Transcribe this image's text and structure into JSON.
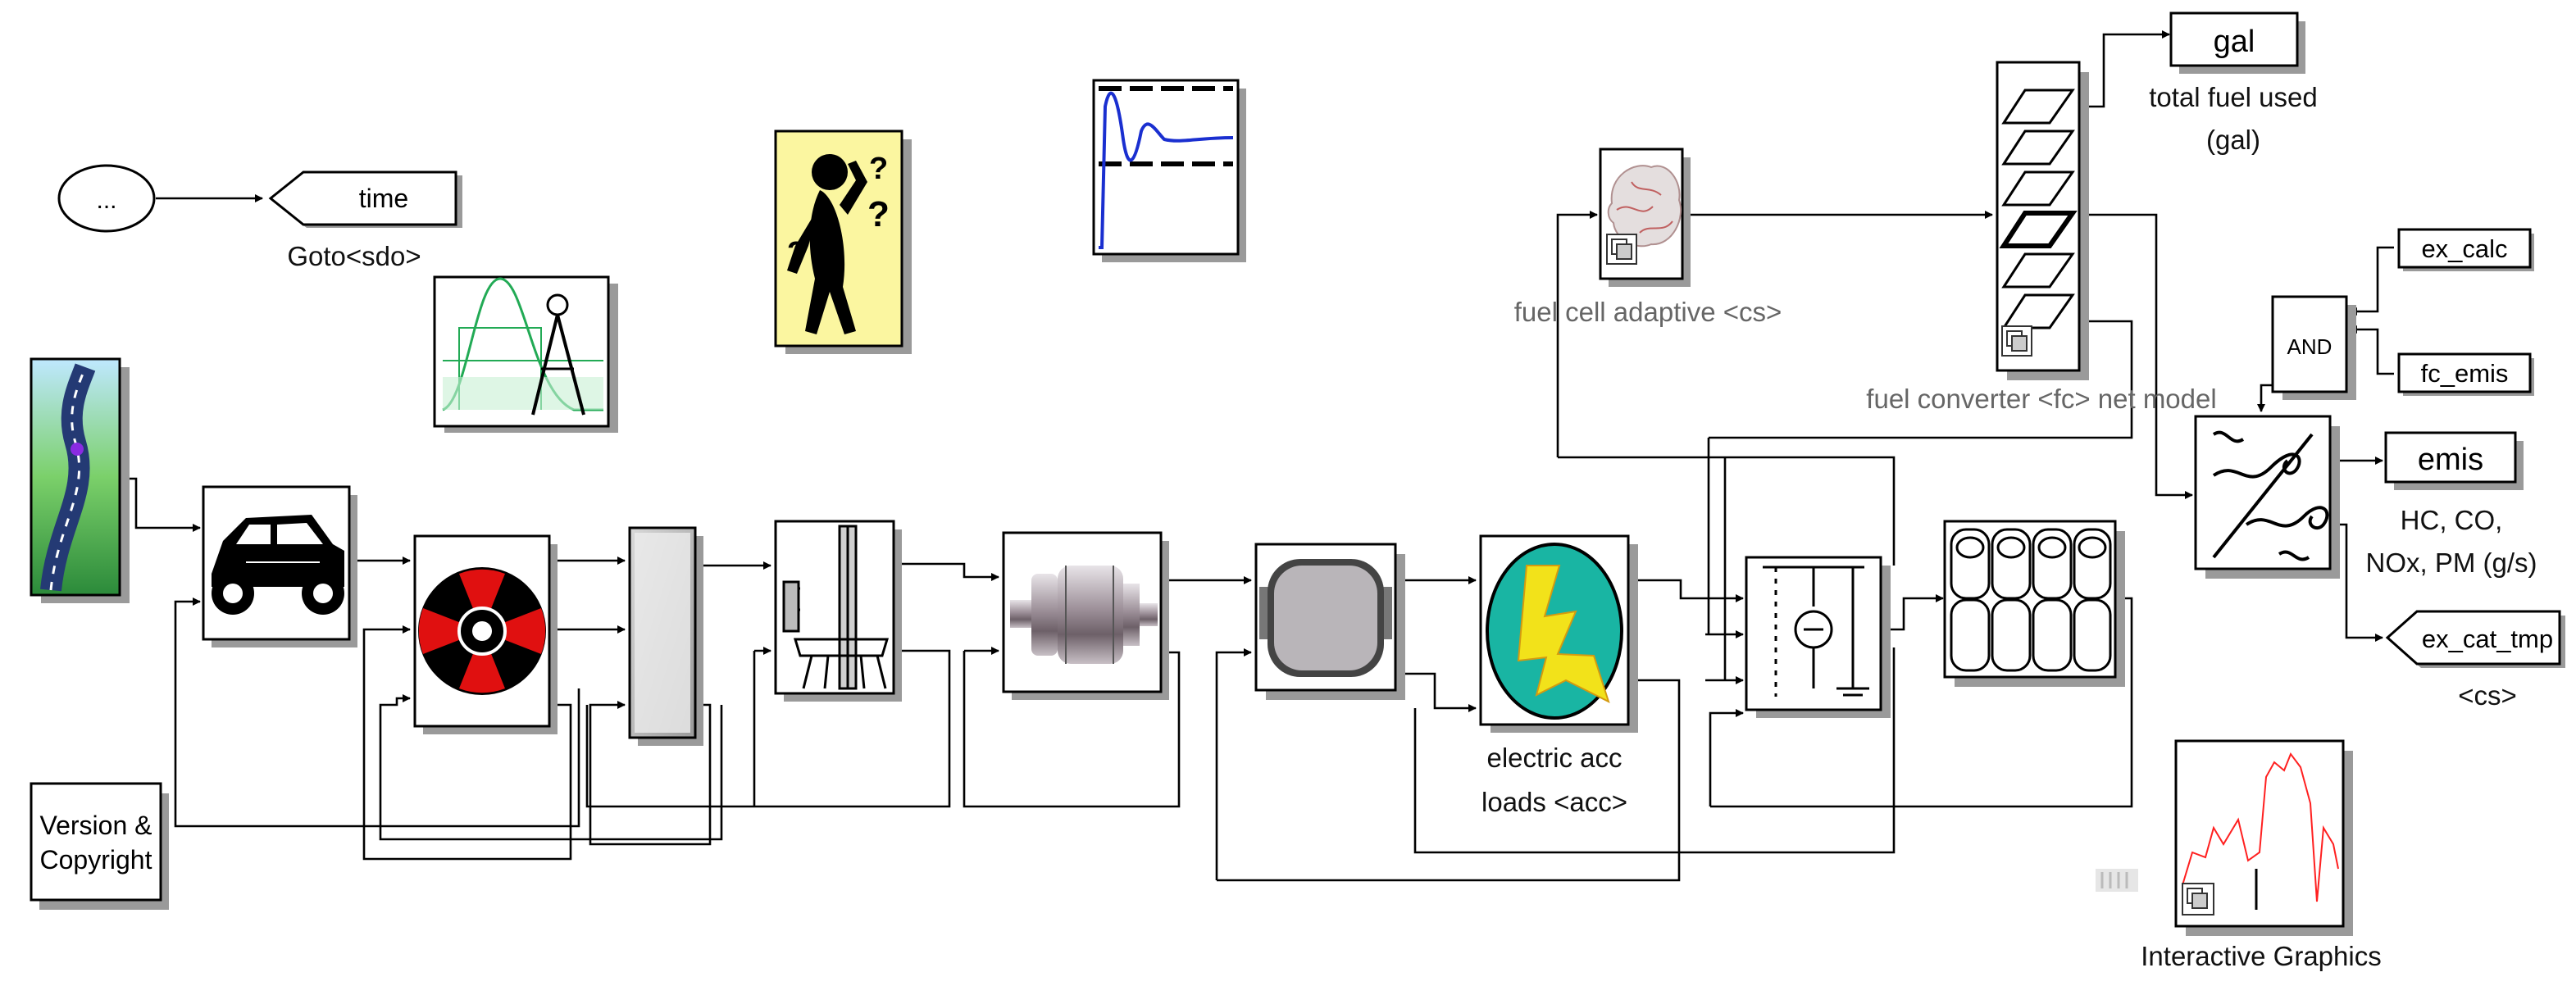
{
  "diagram": {
    "blocks": {
      "clock": {
        "label": "..."
      },
      "goto_time": {
        "tag": "time",
        "caption": "Goto<sdo>"
      },
      "version": {
        "line1": "Version &",
        "line2": "Copyright"
      },
      "gal_display": {
        "label": "gal",
        "caption1": "total fuel used",
        "caption2": "(gal)"
      },
      "fuel_cell": {
        "caption": "fuel cell adaptive <cs>"
      },
      "fuel_converter": {
        "caption": "fuel converter <fc> net model"
      },
      "ex_calc": {
        "label": "ex_calc"
      },
      "fc_emis": {
        "label": "fc_emis"
      },
      "and_gate": {
        "label": "AND"
      },
      "emis_display": {
        "label": "emis",
        "caption1": "HC, CO,",
        "caption2": "NOx, PM (g/s)"
      },
      "ex_cat_tmp": {
        "label": "ex_cat_tmp",
        "caption": "<cs>"
      },
      "electric_acc": {
        "caption1": "electric acc",
        "caption2": "loads <acc>"
      },
      "interactive_graphics": {
        "caption": "Interactive Graphics"
      }
    },
    "icons": [
      "road-icon",
      "car-icon",
      "wheel-icon",
      "gearbox-icon",
      "torque-coupler-icon",
      "motor-icon",
      "generator-icon",
      "lightning-icon",
      "power-bus-icon",
      "battery-pack-icon",
      "brain-icon",
      "fuel-map-icon",
      "exhaust-icon",
      "step-response-icon",
      "filter-design-icon",
      "thinking-figure-icon",
      "signal-plot-icon",
      "subsystem-icon"
    ],
    "colors": {
      "wire": "#000000",
      "battery_teal": "#19b5a3",
      "lightning_yellow": "#f2e21a",
      "wheel_red": "#e01010",
      "step_blue": "#1a2fd0",
      "plot_red": "#ff2020",
      "figure_yellow": "#fbf6a0",
      "filter_green": "#22aa55"
    }
  }
}
